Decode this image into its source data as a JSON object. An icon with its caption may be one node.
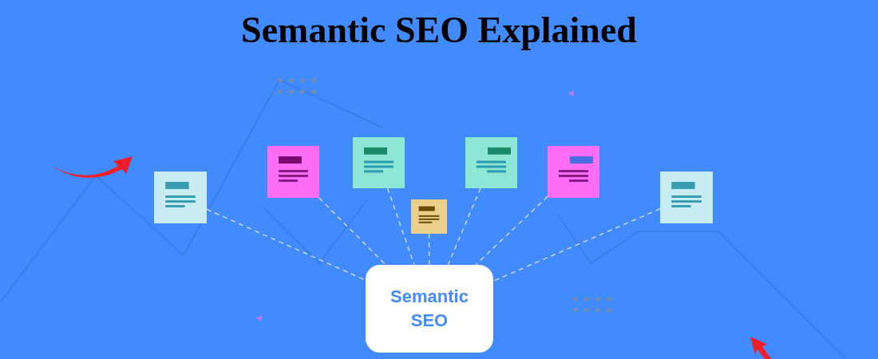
{
  "diagram": {
    "title": "Semantic SEO Explained",
    "nodes": [
      {
        "text": [
          "Semantic SEO"
        ]
      },
      {
        "text": [],
        "shape": "picture"
      },
      {
        "text": [],
        "shape": "picture"
      },
      {
        "text": [],
        "shape": "picture"
      },
      {
        "text": [],
        "shape": "picture"
      },
      {
        "text": [],
        "shape": "picture"
      },
      {
        "text": [],
        "shape": "picture"
      },
      {
        "text": [],
        "shape": "picture"
      }
    ],
    "edges": [
      {
        "from": 1,
        "to": 0,
        "arrow": "none",
        "style": "dashed"
      },
      {
        "from": 2,
        "to": 0,
        "arrow": "none",
        "style": "dashed"
      },
      {
        "from": 3,
        "to": 0,
        "arrow": "none",
        "style": "dashed"
      },
      {
        "from": 4,
        "to": 0,
        "arrow": "none",
        "style": "dashed"
      },
      {
        "from": 5,
        "to": 0,
        "arrow": "none",
        "style": "dashed"
      },
      {
        "from": 6,
        "to": 0,
        "arrow": "none",
        "style": "dashed"
      },
      {
        "from": 7,
        "to": 0,
        "arrow": "none",
        "style": "dashed"
      }
    ]
  }
}
